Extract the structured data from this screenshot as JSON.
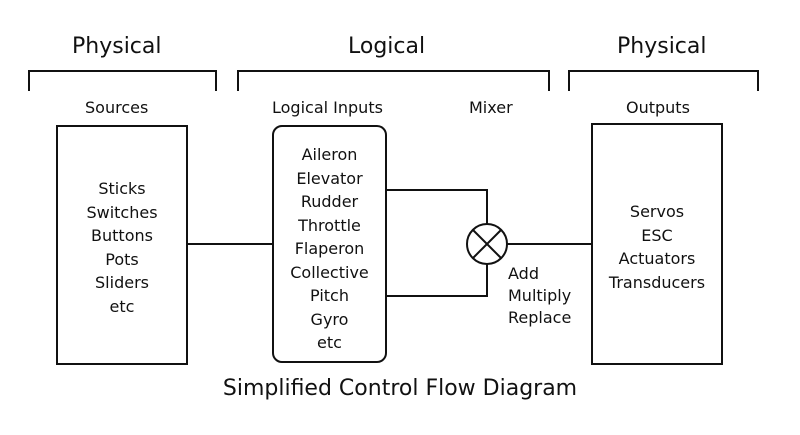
{
  "headers": {
    "left": "Physical",
    "center": "Logical",
    "right": "Physical"
  },
  "subheaders": {
    "sources": "Sources",
    "logical_inputs": "Logical Inputs",
    "mixer": "Mixer",
    "outputs": "Outputs"
  },
  "sources": [
    "Sticks",
    "Switches",
    "Buttons",
    "Pots",
    "Sliders",
    "etc"
  ],
  "logical_inputs": [
    "Aileron",
    "Elevator",
    "Rudder",
    "Throttle",
    "Flaperon",
    "Collective",
    "Pitch",
    "Gyro",
    "etc"
  ],
  "mixer_ops": [
    "Add",
    "Multiply",
    "Replace"
  ],
  "outputs": [
    "Servos",
    "ESC",
    "Actuators",
    "Transducers"
  ],
  "title": "Simplified Control Flow Diagram"
}
